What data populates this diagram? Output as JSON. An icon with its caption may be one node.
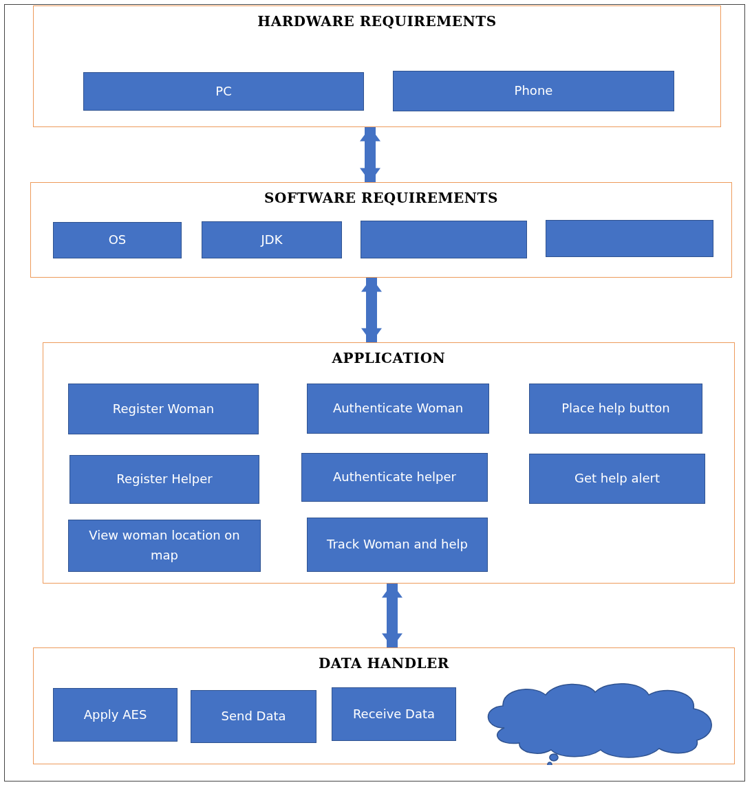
{
  "diagram": {
    "nodes": [
      {
        "text": [
          "HARDWARE REQUIREMENTS"
        ]
      },
      {
        "text": [
          "PC"
        ],
        "in": 0
      },
      {
        "text": [
          "Phone"
        ],
        "in": 0
      },
      {
        "text": [
          "SOFTWARE REQUIREMENTS"
        ]
      },
      {
        "text": [
          "OS"
        ],
        "in": 3
      },
      {
        "text": [
          "JDK"
        ],
        "in": 3
      },
      {
        "text": [],
        "shape": "box",
        "in": 3
      },
      {
        "text": [],
        "shape": "box",
        "in": 3
      },
      {
        "text": [
          "APPLICATION"
        ]
      },
      {
        "text": [
          "Register Woman"
        ],
        "in": 8
      },
      {
        "text": [
          "Authenticate Woman"
        ],
        "in": 8
      },
      {
        "text": [
          "Place help button"
        ],
        "in": 8
      },
      {
        "text": [
          "Register Helper"
        ],
        "in": 8
      },
      {
        "text": [
          "Authenticate helper"
        ],
        "in": 8
      },
      {
        "text": [
          "Get help alert"
        ],
        "in": 8
      },
      {
        "text": [
          "View woman location on map"
        ],
        "in": 8
      },
      {
        "text": [
          "Track Woman and help"
        ],
        "in": 8
      },
      {
        "text": [
          "DATA HANDLER"
        ]
      },
      {
        "text": [
          "Apply AES"
        ],
        "in": 17
      },
      {
        "text": [
          "Send Data"
        ],
        "in": 17
      },
      {
        "text": [
          "Receive Data"
        ],
        "in": 17
      },
      {
        "text": [],
        "shape": "cloud",
        "in": 17
      }
    ],
    "edges": [
      {
        "from": 0,
        "to": 3,
        "arrow": "both"
      },
      {
        "from": 3,
        "to": 8,
        "arrow": "both"
      },
      {
        "from": 8,
        "to": 17,
        "arrow": "both"
      }
    ]
  }
}
